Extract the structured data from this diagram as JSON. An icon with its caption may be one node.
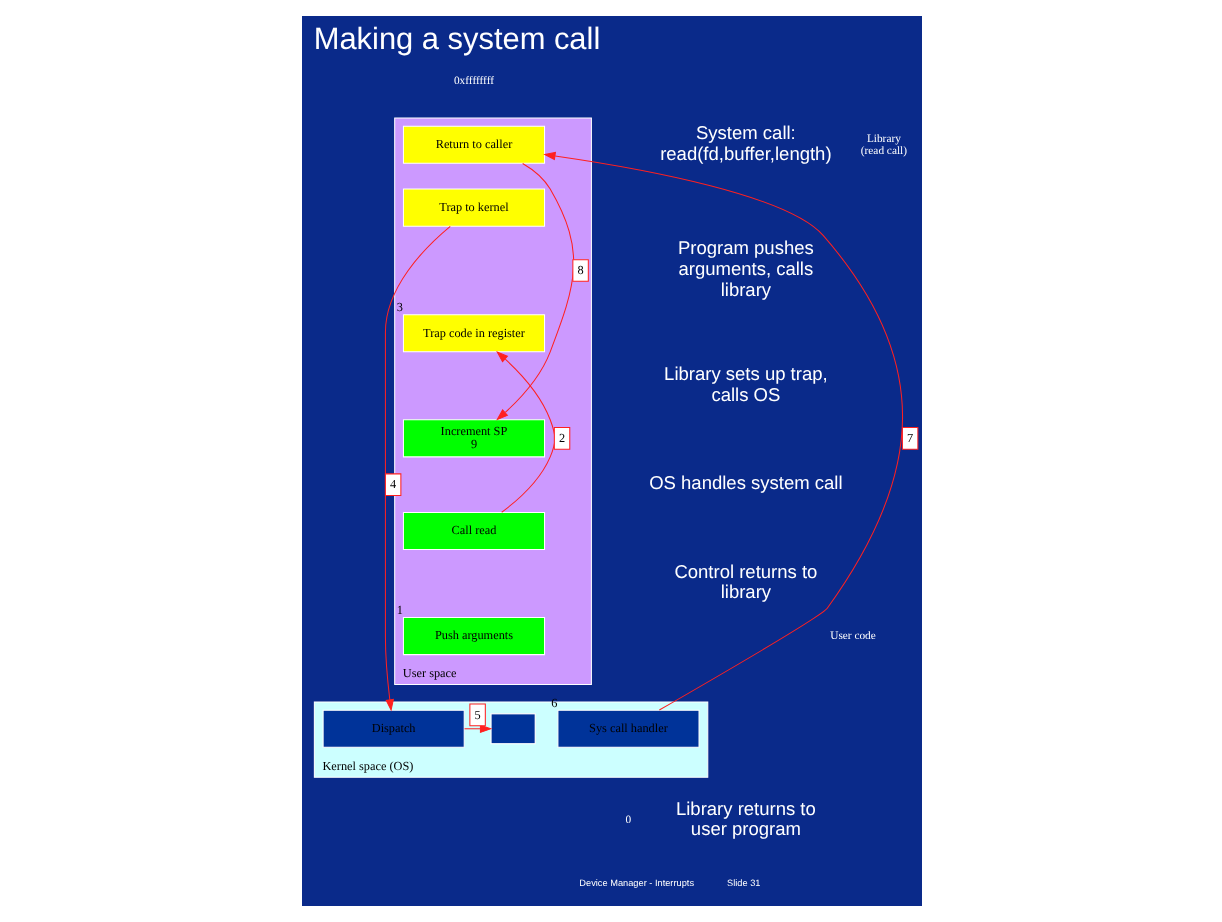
{
  "diagram": {
    "title": "Making a system call",
    "nodes": [
      {
        "text": [
          "User space"
        ]
      },
      {
        "text": [
          "Return to caller"
        ],
        "in": 0
      },
      {
        "text": [
          "Trap to kernel"
        ],
        "in": 0
      },
      {
        "text": [
          "Trap code in register"
        ],
        "in": 0,
        "beside": [
          "3"
        ]
      },
      {
        "text": [
          "Increment SP",
          "9"
        ],
        "in": 0
      },
      {
        "text": [
          "Call read"
        ],
        "in": 0
      },
      {
        "text": [
          "Push arguments"
        ],
        "in": 0,
        "beside": [
          "1"
        ]
      },
      {
        "text": [
          "Kernel space (OS)"
        ]
      },
      {
        "text": [
          "Dispatch"
        ],
        "in": 7
      },
      {
        "text": [],
        "shape": "box",
        "in": 7
      },
      {
        "text": [
          "Sys call handler"
        ],
        "in": 7,
        "beside": [
          "6"
        ]
      }
    ],
    "edges": [
      {
        "from": 5,
        "to": 3,
        "arrow": "to",
        "label": "2"
      },
      {
        "from": 2,
        "to": 8,
        "arrow": "to",
        "label": "4"
      },
      {
        "from": 8,
        "to": 9,
        "arrow": "to",
        "label": "5"
      },
      {
        "from": 10,
        "to": 1,
        "arrow": "to",
        "label": "7"
      },
      {
        "from": 1,
        "to": 4,
        "arrow": "to",
        "label": "8"
      }
    ],
    "labels": [
      "0xffffffff",
      "Library (read call)",
      "System call: read(fd,buffer,length)",
      "Program pushes arguments, calls library",
      "Library sets up trap, calls OS",
      "OS handles system call",
      "User code",
      "Control returns to library",
      "Library returns to user program",
      "0",
      "Device Manager - Interrupts",
      "Slide 31"
    ]
  }
}
